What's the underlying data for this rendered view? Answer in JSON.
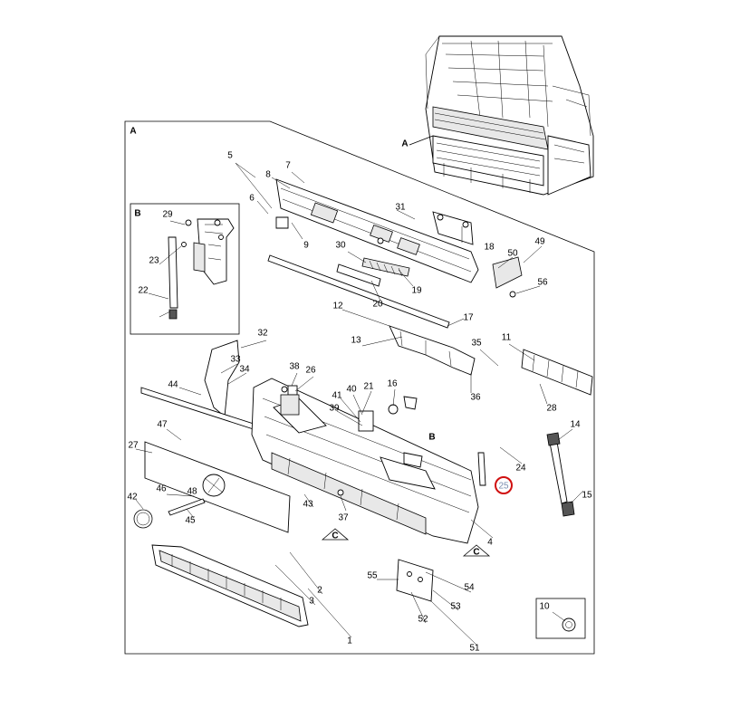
{
  "sections": {
    "A": "A",
    "B": "B",
    "C": "C"
  },
  "highlighted_part": "25",
  "highlight_color": "#d01010",
  "parts": [
    "1",
    "2",
    "3",
    "4",
    "5",
    "6",
    "7",
    "8",
    "9",
    "10",
    "11",
    "12",
    "13",
    "14",
    "15",
    "16",
    "17",
    "18",
    "19",
    "20",
    "21",
    "22",
    "23",
    "24",
    "25",
    "26",
    "27",
    "28",
    "29",
    "30",
    "31",
    "32",
    "33",
    "34",
    "35",
    "36",
    "37",
    "38",
    "39",
    "40",
    "41",
    "42",
    "43",
    "44",
    "45",
    "46",
    "47",
    "48",
    "49",
    "50",
    "51",
    "52",
    "53",
    "54",
    "55",
    "56"
  ]
}
